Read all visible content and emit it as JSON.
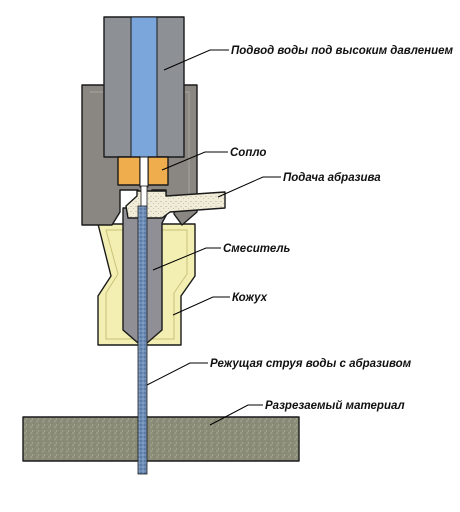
{
  "labels": {
    "water_supply": "Подвод воды под высоким давлением",
    "nozzle": "Сопло",
    "abrasive_feed": "Подача абразива",
    "mixer": "Смеситель",
    "casing": "Кожух",
    "jet": "Режущая струя воды с абразивом",
    "material": "Разрезаемый материал"
  },
  "colors": {
    "high_pressure_tube": "#8d9196",
    "water_core": "#7ba6dc",
    "body": "#8a8782",
    "orifice": "#f0ad4e",
    "casing": "#f3efb3",
    "abrasive": "#f1ecd8",
    "mixing_tube": "#8f8f95",
    "jet": "#6f8fb8",
    "material": "#8c8d78"
  }
}
